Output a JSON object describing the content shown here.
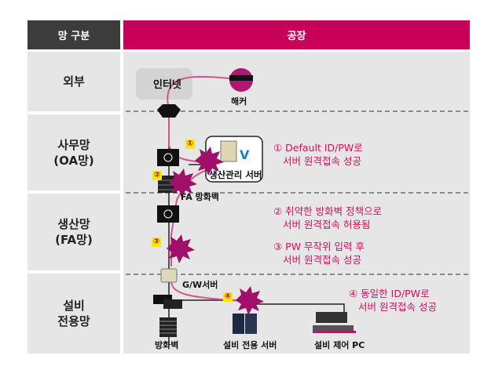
{
  "header": {
    "zone_label": "망 구분",
    "factory_label": "공장"
  },
  "zones": [
    {
      "label": "외부"
    },
    {
      "label": "사무망",
      "sub": "(OA망)"
    },
    {
      "label": "생산망",
      "sub": "(FA망)"
    },
    {
      "label": "설비",
      "sub": "전용망"
    }
  ],
  "nodes": {
    "internet": "인터넷",
    "hacker": "해커",
    "mes_server": "생산관리 서버",
    "fa_firewall": "FA 방화벽",
    "gw_server": "G/W서버",
    "firewall": "방화벽",
    "equip_server": "설비 전용 서버",
    "equip_pc": "설비 제어 PC"
  },
  "badges": [
    "①",
    "②",
    "③",
    "④"
  ],
  "steps": [
    {
      "line1": "① Default ID/PW로",
      "line2": "서버 원격접속 성공"
    },
    {
      "line1": "② 취약한 방화벽 정책으로",
      "line2": "서버 원격접속 허용됨"
    },
    {
      "line1": "③ PW 무작위 입력 후",
      "line2": "서버 원격접속 성공"
    },
    {
      "line1": "④ 동일한 ID/PW로",
      "line2": "서버 원격접속 성공"
    }
  ],
  "colors": {
    "accent": "#c8005a",
    "header_dark": "#3c3c3c",
    "attack": "#d0105e"
  }
}
